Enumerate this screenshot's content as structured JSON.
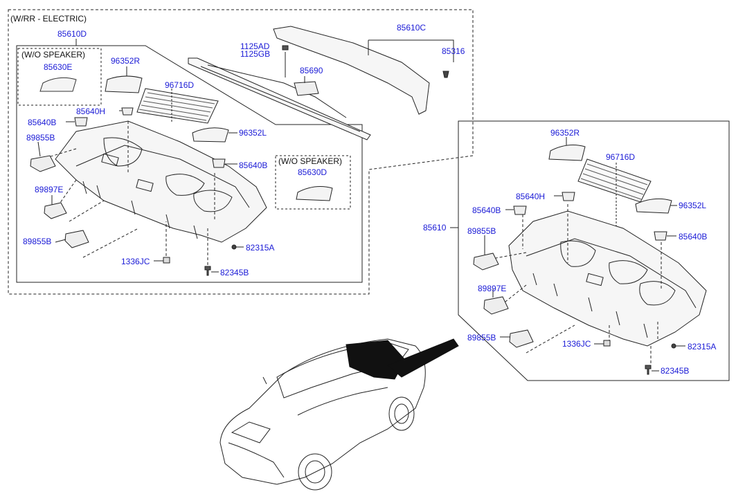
{
  "colors": {
    "part_number": "#1a1ad6",
    "line": "#222222",
    "caption": "#111111"
  },
  "captions": {
    "wrr_electric": "(W/RR - ELECTRIC)",
    "wo_speaker_1": "(W/O SPEAKER)",
    "wo_speaker_2": "(W/O SPEAKER)"
  },
  "left_group": {
    "p85610D": "85610D",
    "p85630E": "85630E",
    "p96352R": "96352R",
    "p96716D": "96716D",
    "p85640H": "85640H",
    "p85640B_a": "85640B",
    "p89855B_a": "89855B",
    "p96352L": "96352L",
    "p85640B_b": "85640B",
    "p85630D": "85630D",
    "p89897E": "89897E",
    "p89855B_b": "89855B",
    "p82315A": "82315A",
    "p1336JC": "1336JC",
    "p82345B": "82345B"
  },
  "electric_group": {
    "p1125AD": "1125AD",
    "p1125GB": "1125GB",
    "p85690": "85690",
    "p85610C": "85610C",
    "p85316": "85316"
  },
  "right_group": {
    "p96352R": "96352R",
    "p96716D": "96716D",
    "p85640H": "85640H",
    "p85640B_a": "85640B",
    "p96352L": "96352L",
    "p85610": "85610",
    "p89855B_a": "89855B",
    "p85640B_b": "85640B",
    "p89897E": "89897E",
    "p89855B_b": "89855B",
    "p1336JC": "1336JC",
    "p82315A": "82315A",
    "p82345B": "82345B"
  },
  "icons": [
    "shelf-panel-icon",
    "grille-icon",
    "bolt-icon",
    "clip-icon",
    "sunshade-icon",
    "car-icon"
  ]
}
